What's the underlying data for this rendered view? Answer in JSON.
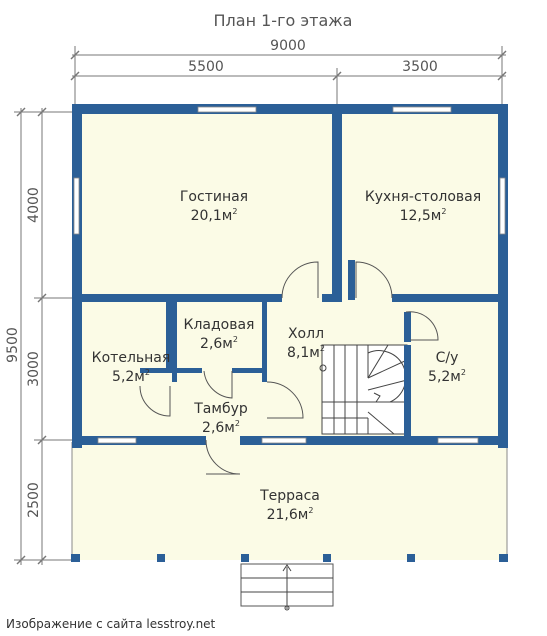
{
  "title": "План 1-го этажа",
  "dimensions": {
    "total_width": "9000",
    "left_width": "5500",
    "right_width": "3500",
    "total_height": "9500",
    "h_top": "4000",
    "h_mid": "3000",
    "h_bottom": "2500"
  },
  "rooms": [
    {
      "name": "Гостиная",
      "area": "20,1м",
      "unit_sup": "2"
    },
    {
      "name": "Кухня-столовая",
      "area": "12,5м",
      "unit_sup": "2"
    },
    {
      "name": "Кладовая",
      "area": "2,6м",
      "unit_sup": "2"
    },
    {
      "name": "Холл",
      "area": "8,1м",
      "unit_sup": "2"
    },
    {
      "name": "Котельная",
      "area": "5,2м",
      "unit_sup": "2"
    },
    {
      "name": "С/у",
      "area": "5,2м",
      "unit_sup": "2"
    },
    {
      "name": "Тамбур",
      "area": "2,6м",
      "unit_sup": "2"
    },
    {
      "name": "Терраса",
      "area": "21,6м",
      "unit_sup": "2"
    }
  ],
  "credit": "Изображение с сайта lesstroy.net",
  "colors": {
    "wall": "#2b5f97",
    "floor": "#fbfbe6"
  }
}
